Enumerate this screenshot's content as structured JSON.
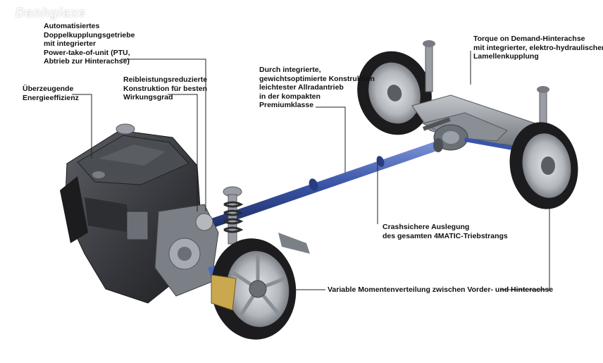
{
  "watermark": "Danhgiaxe",
  "labels": {
    "gearbox": [
      "Automatisiertes",
      "Doppelkupplungsgetriebe",
      "mit integrierter",
      "Power-take-of-unit (PTU,",
      "Abtrieb zur Hinterachse)"
    ],
    "efficiency": [
      "Überzeugende",
      "Energieeffizienz"
    ],
    "friction": [
      "Reibleistungsreduzierte",
      "Konstruktion für besten",
      "Wirkungsgrad"
    ],
    "awd": [
      "Durch integrierte,",
      "gewichtsoptimierte Konstruktion",
      "leichtester Allradantrieb",
      "in der kompakten",
      "Premiumklasse"
    ],
    "rear_axle": [
      "Torque on Demand-Hinterachse",
      "mit integrierter, elektro-hydraulischer",
      "Lamellenkupplung"
    ],
    "crash": [
      "Crashsichere Auslegung",
      "des gesamten 4MATIC-Triebstrangs"
    ],
    "torque": [
      "Variable Momentenverteilung zwischen Vorder- und Hinterachse"
    ]
  },
  "colors": {
    "driveshaft": "#3a55a8",
    "metal": "#8a8f96",
    "engine": "#3b3d42",
    "tire": "#1c1c1e",
    "rim": "#b9bcc1",
    "leader": "#222222"
  }
}
